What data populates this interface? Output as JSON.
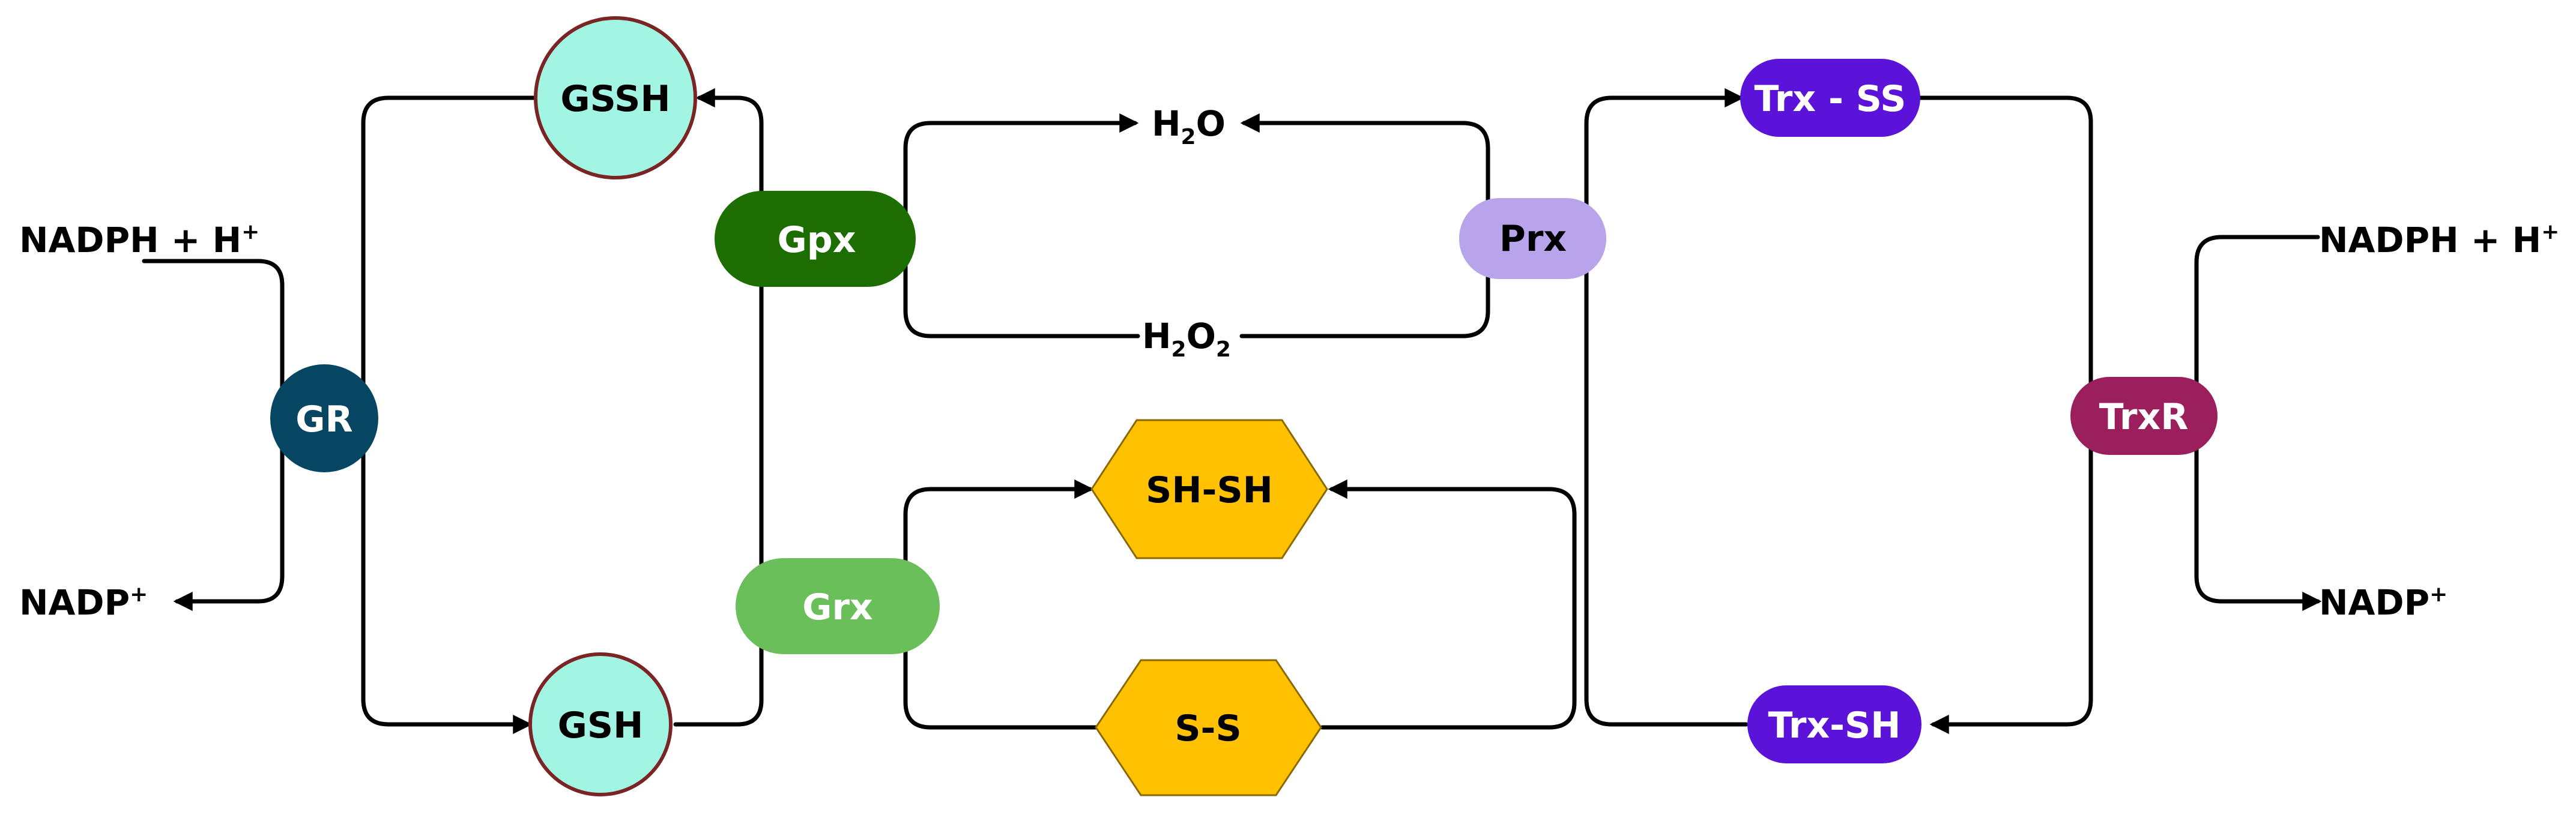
{
  "colors": {
    "gssh_fill": "#a3f5e3",
    "node_stroke": "#7b2424",
    "gr": "#064663",
    "gpx": "#1d6e00",
    "grx": "#6bbf5a",
    "prx": "#b8a4eb",
    "hexagon": "#ffc100",
    "hexagon_stroke": "#8a6a00",
    "trx": "#5b13d9",
    "trxr": "#9a1f5c"
  },
  "nodes": {
    "gssh": "GSSH",
    "gsh": "GSH",
    "gr": "GR",
    "gpx": "Gpx",
    "grx": "Grx",
    "prx": "Prx",
    "sh_sh": "SH-SH",
    "s_s": "S-S",
    "trx_ss": "Trx - SS",
    "trx_sh": "Trx-SH",
    "trxr": "TrxR"
  },
  "labels": {
    "left_top": {
      "base": "NADPH + H",
      "sup": "+"
    },
    "left_bottom": {
      "base": "NADP",
      "sup": "+"
    },
    "right_top": {
      "base": "NADPH + H",
      "sup": "+"
    },
    "right_bottom": {
      "base": "NADP",
      "sup": "+"
    },
    "water": {
      "a": "H",
      "sub": "2",
      "b": "O"
    },
    "peroxide": {
      "a": "H",
      "sub1": "2",
      "b": "O",
      "sub2": "2"
    }
  }
}
